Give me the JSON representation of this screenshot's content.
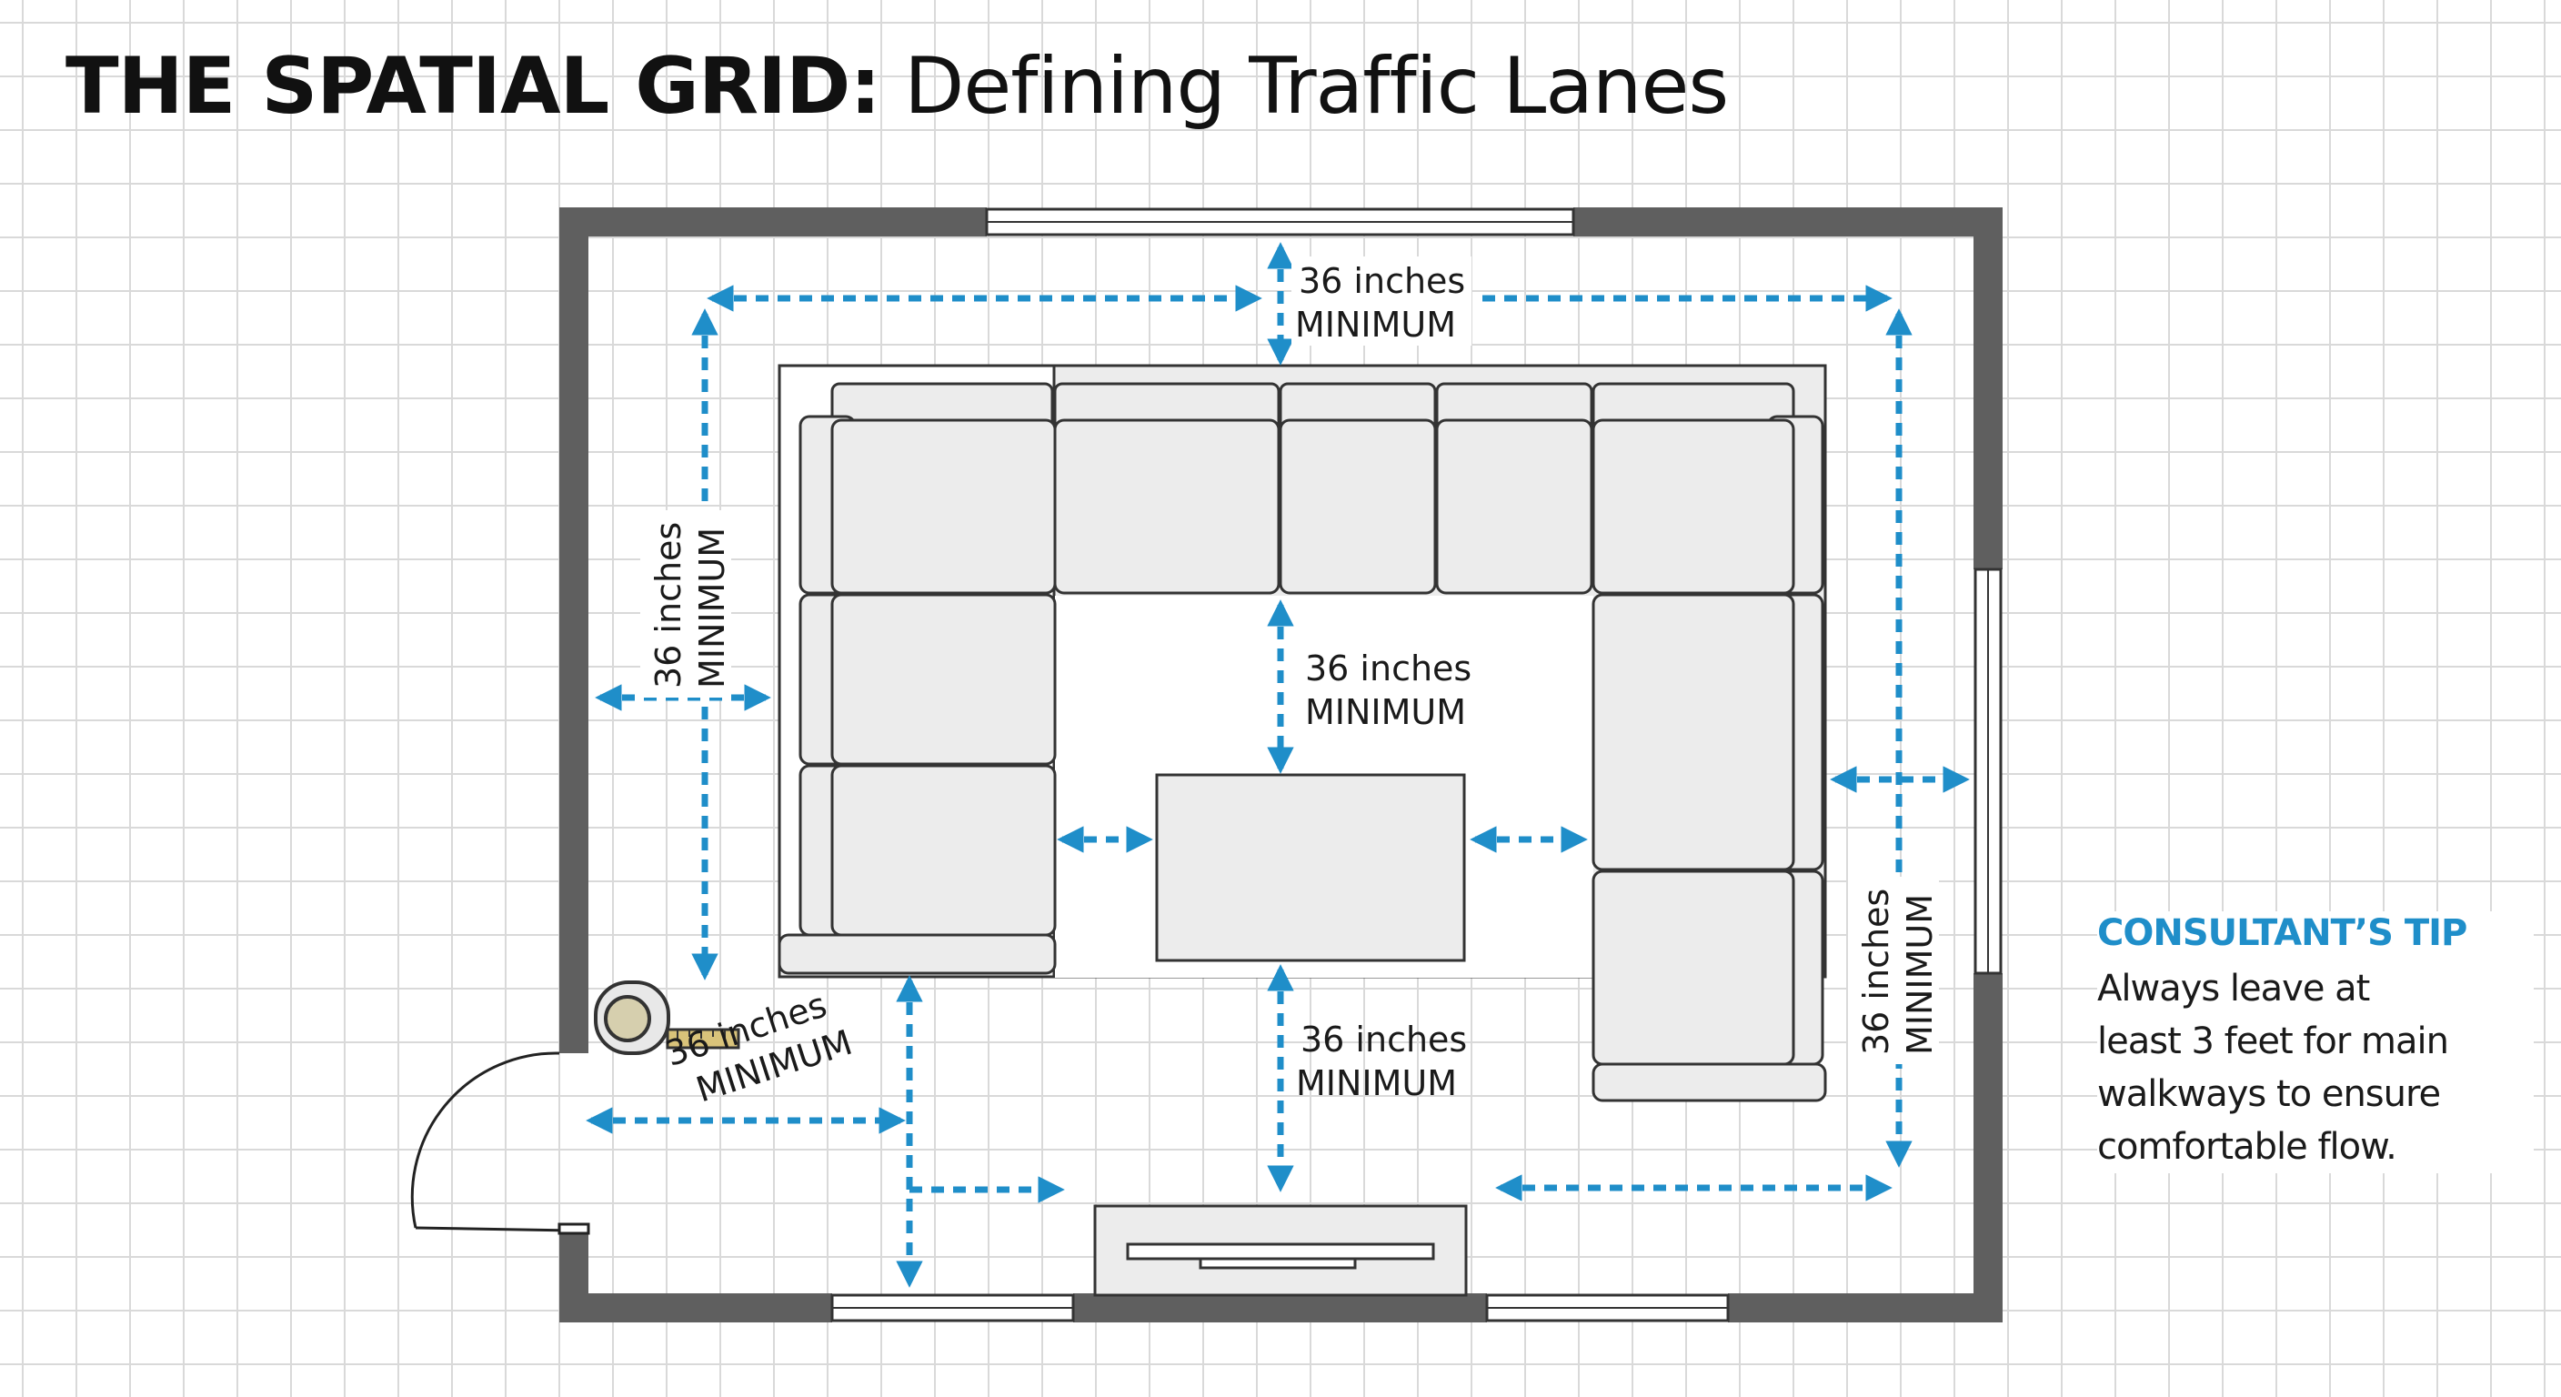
{
  "title": {
    "bold": "THE SPATIAL GRID:",
    "light": "Defining Traffic Lanes"
  },
  "dimension_labels": {
    "top": [
      "36 inches",
      "MINIMUM"
    ],
    "left": [
      "36 inches",
      "MINIMUM"
    ],
    "center_top": [
      "36 inches",
      "MINIMUM"
    ],
    "center_bottom": [
      "36 inches",
      "MINIMUM"
    ],
    "door": [
      "36 inches",
      "MINIMUM"
    ],
    "right": [
      "36 inches",
      "MINIMUM"
    ]
  },
  "tip": {
    "heading": "CONSULTANT’S TIP",
    "lines": [
      "Always leave at",
      "least 3 feet for main",
      "walkways to ensure",
      "comfortable flow."
    ]
  },
  "colors": {
    "wall": "#5f5f5f",
    "arrow": "#1f8ec9",
    "furniture_fill": "#ececec",
    "furniture_stroke": "#333333",
    "grid": "#d9d9d9"
  },
  "icons": [
    "tape-measure-icon"
  ]
}
